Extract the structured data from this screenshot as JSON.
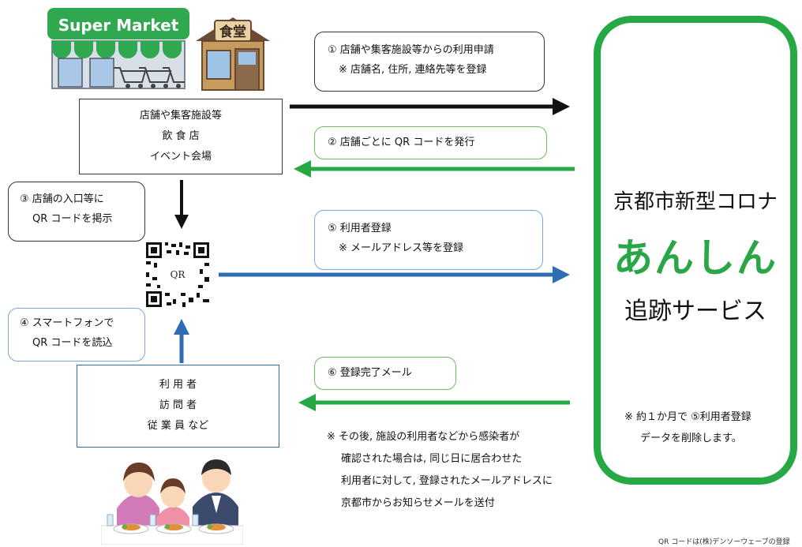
{
  "shop_sign": "Super Market",
  "restaurant_sign": "食堂",
  "venue": {
    "lines": [
      "店舗や集客施設等",
      "飲 食 店",
      "イベント会場"
    ]
  },
  "users": {
    "lines": [
      "利 用 者",
      "訪 問 者",
      "従 業 員 など"
    ]
  },
  "steps": {
    "s1": [
      "① 店舗や集客施設等からの利用申請",
      "※ 店舗名, 住所, 連絡先等を登録"
    ],
    "s2": [
      "② 店舗ごとに QR コードを発行"
    ],
    "s3": [
      "③ 店舗の入口等に",
      "QR コードを掲示"
    ],
    "s4": [
      "④ スマートフォンで",
      "QR コードを読込"
    ],
    "s5": [
      "⑤ 利用者登録",
      "※ メールアドレス等を登録"
    ],
    "s6": [
      "⑥ 登録完了メール"
    ]
  },
  "qr_label": "QR",
  "service": {
    "title_1": "京都市新型コロナ",
    "title_2": "あんしん",
    "title_3": "追跡サービス",
    "note": [
      "※ 約１か月で ⑤利用者登録",
      "データを削除します。"
    ]
  },
  "notice": [
    "※ その後, 施設の利用者などから感染者が",
    "確認された場合は, 同じ日に居合わせた",
    "利用者に対して, 登録されたメールアドレスに",
    "京都市からお知らせメールを送付"
  ],
  "credit": "QR コードは(株)デンソーウェーブの登録",
  "colors": {
    "green": "#26a844",
    "blue": "#2e6db3",
    "black": "#111111"
  },
  "icons": [
    "supermarket-illustration",
    "restaurant-illustration",
    "qr-code-icon",
    "family-dining-illustration"
  ]
}
